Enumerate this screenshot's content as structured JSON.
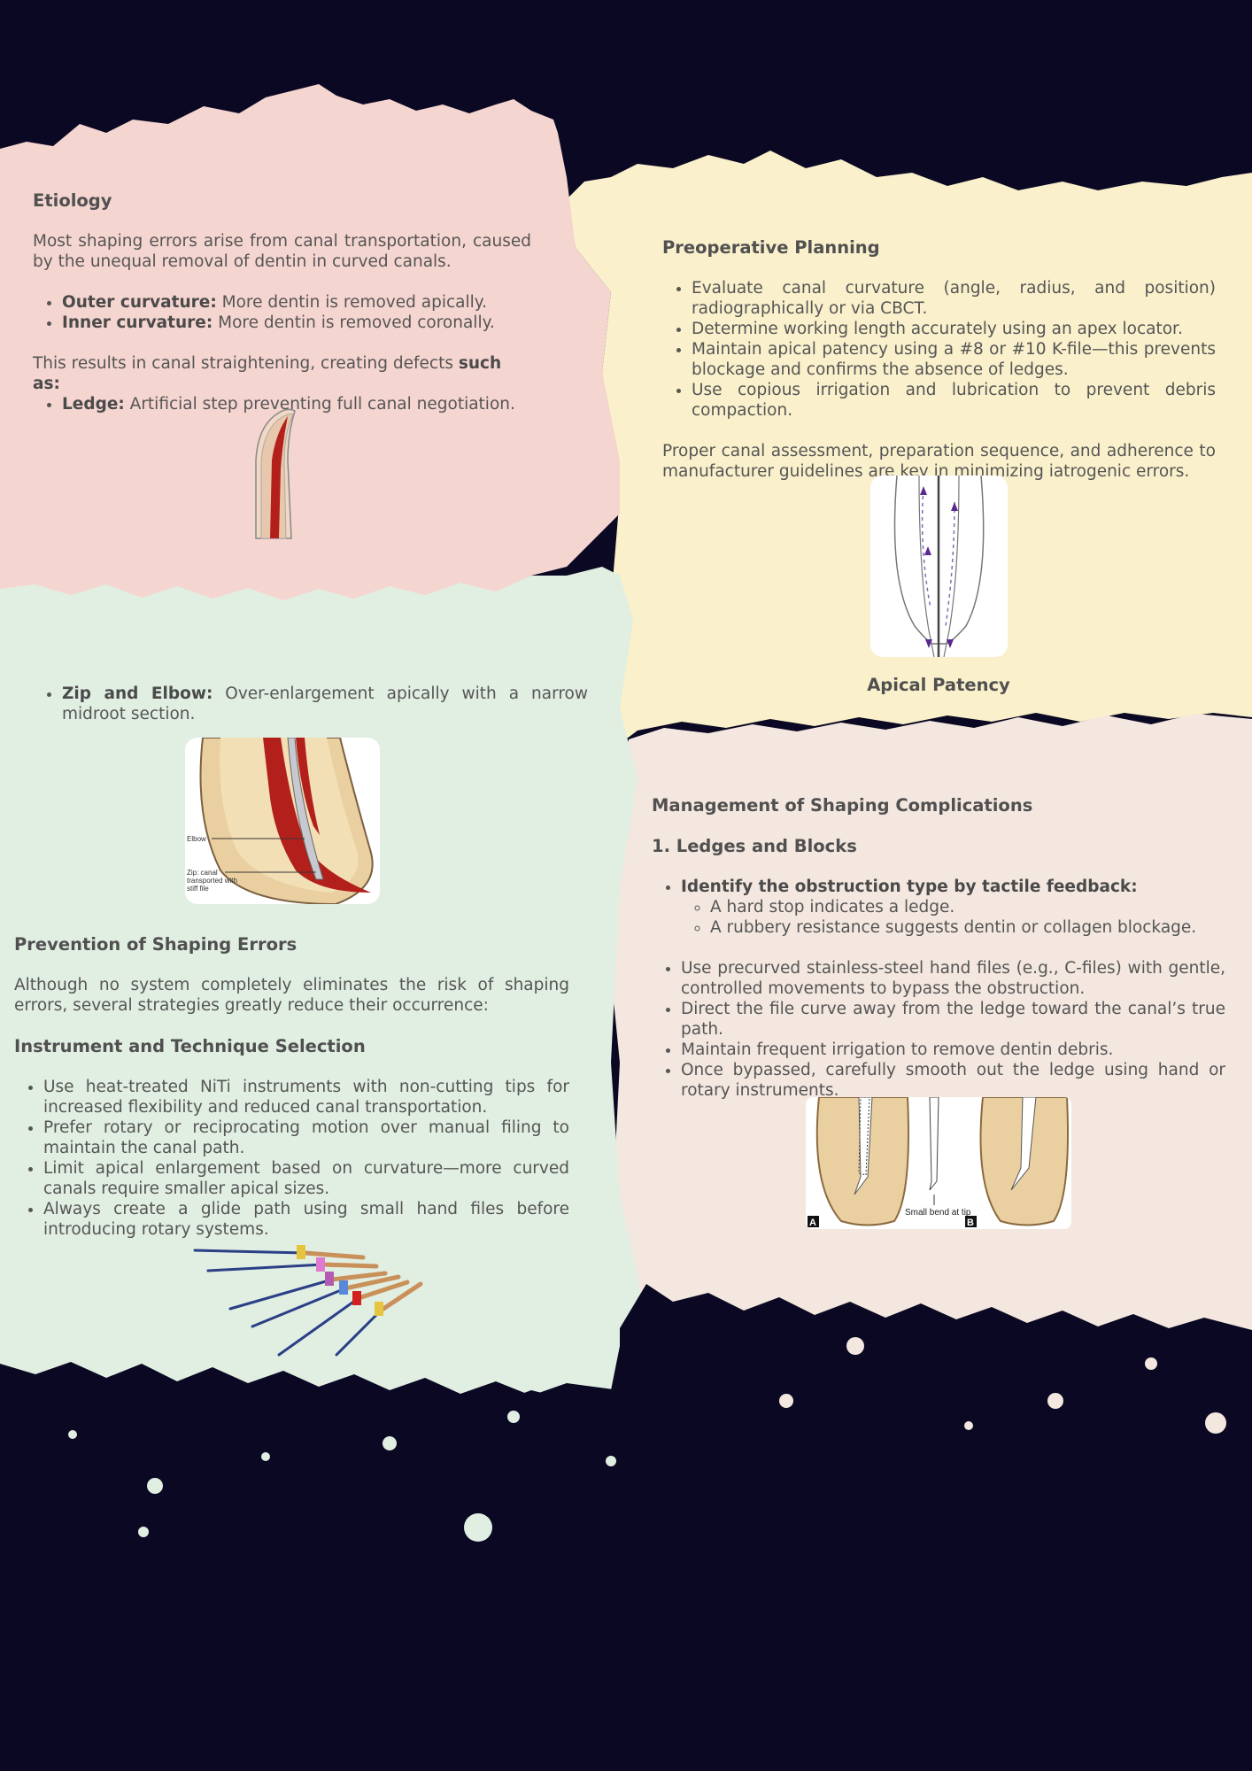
{
  "colors": {
    "background": "#0a0822",
    "pink_panel": "#f5d5d0",
    "yellow_panel": "#faf0cb",
    "green_panel": "#e1eee2",
    "beige_panel": "#f3e7df",
    "text": "#555555"
  },
  "etiology": {
    "heading": "Etiology",
    "intro": "Most shaping errors arise from canal transportation, caused by the unequal removal of dentin in curved canals.",
    "bullets": [
      {
        "label": "Outer curvature:",
        "text": " More dentin is removed apically."
      },
      {
        "label": "Inner curvature:",
        "text": " More dentin is removed coronally."
      }
    ],
    "result_text": "This results in canal straightening, creating defects ",
    "result_bold": "such as:",
    "defects": [
      {
        "label": "Ledge:",
        "text": " Artificial step preventing full canal negotiation."
      },
      {
        "label": "Zip and Elbow:",
        "text": " Over-enlargement apically with a narrow midroot section."
      }
    ],
    "zip_labels": {
      "elbow": "Elbow",
      "zip_1": "Zip: canal",
      "zip_2": "transported with",
      "zip_3": "stiff file"
    }
  },
  "preoperative": {
    "heading": "Preoperative Planning",
    "bullets": [
      "Evaluate canal curvature (angle, radius, and position) radiographically or via CBCT.",
      "Determine working length accurately using an apex locator.",
      "Maintain apical patency using a #8 or #10 K-file—this prevents blockage and confirms the absence of ledges.",
      "Use copious irrigation and lubrication to prevent debris compaction."
    ],
    "summary": "Proper canal assessment, preparation sequence, and adherence to manufacturer guidelines are key in minimizing iatrogenic errors.",
    "figure_caption": "Apical Patency"
  },
  "prevention": {
    "heading": "Prevention of Shaping Errors",
    "intro": "Although no system completely eliminates the risk of shaping errors, several strategies greatly reduce their occurrence:",
    "subheading": "Instrument and Technique Selection",
    "bullets": [
      "Use heat-treated NiTi instruments with non-cutting tips for increased flexibility and reduced canal transportation.",
      "Prefer rotary or reciprocating motion over manual filing to maintain the canal path.",
      "Limit apical enlargement based on curvature—more curved canals require smaller apical sizes.",
      "Always create a glide path using small hand files before introducing rotary systems."
    ]
  },
  "management": {
    "heading": "Management of Shaping Complications",
    "subheading": "1. Ledges and Blocks",
    "identify_label": "Identify the obstruction type by tactile feedback:",
    "identify_items": [
      "A hard stop indicates a ledge.",
      "A rubbery resistance suggests dentin or collagen blockage."
    ],
    "bullets": [
      "Use precurved stainless-steel hand files (e.g., C-files) with gentle, controlled movements to bypass the obstruction.",
      "Direct the file curve away from the ledge toward the canal’s true path.",
      "Maintain frequent irrigation to remove dentin debris.",
      "Once bypassed, carefully smooth out the ledge using hand or rotary instruments."
    ],
    "figure_labels": {
      "bend": "Small bend at tip",
      "a": "A",
      "b": "B"
    }
  }
}
